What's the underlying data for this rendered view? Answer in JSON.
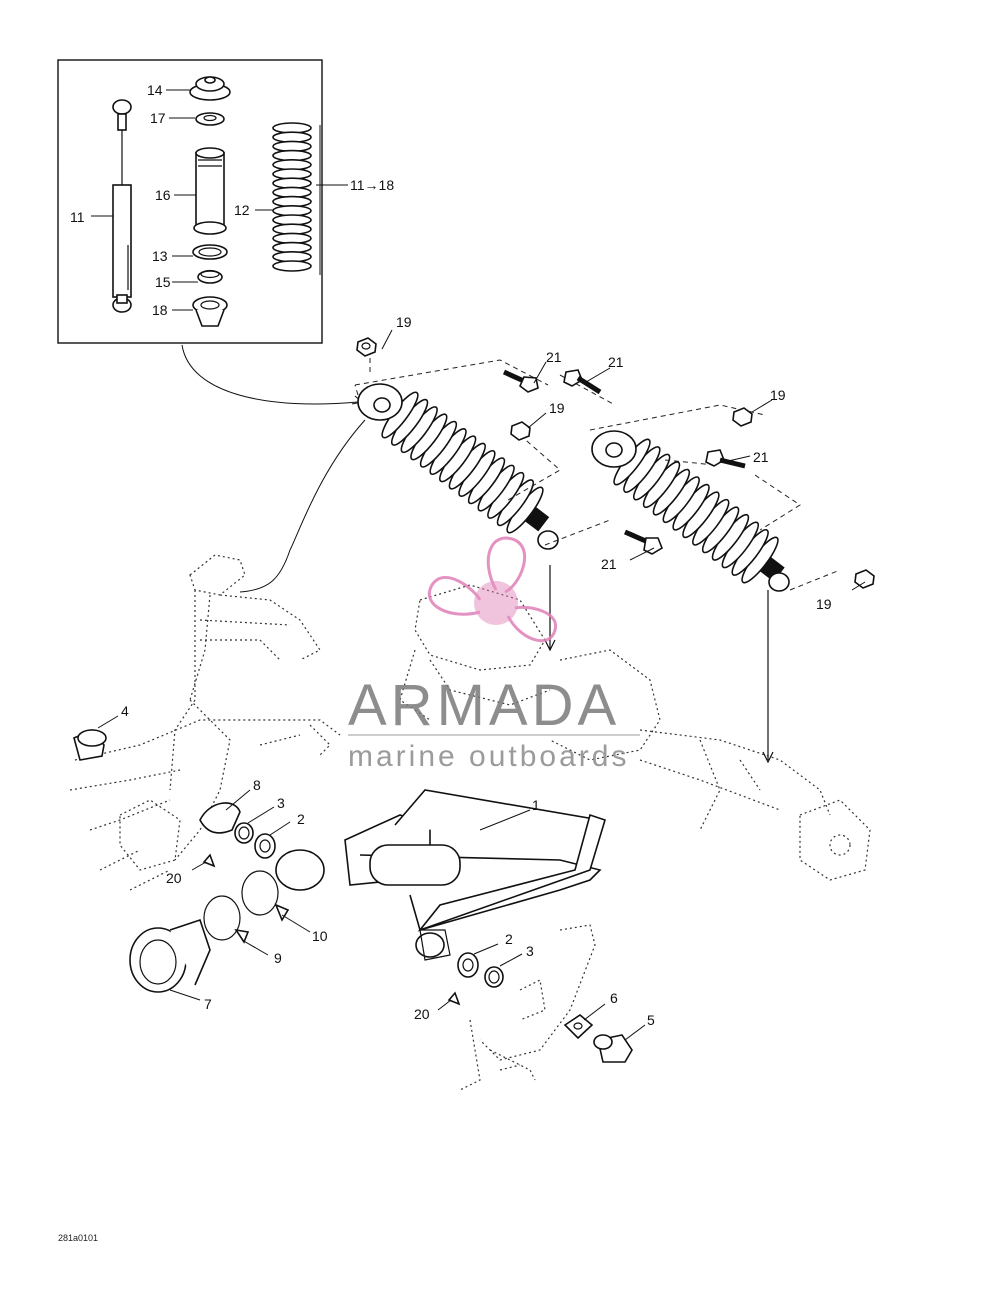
{
  "diagram": {
    "drawing_code": "281a0101",
    "callouts": [
      {
        "id": "c1",
        "text": "1"
      },
      {
        "id": "c2a",
        "text": "2"
      },
      {
        "id": "c2b",
        "text": "2"
      },
      {
        "id": "c3a",
        "text": "3"
      },
      {
        "id": "c3b",
        "text": "3"
      },
      {
        "id": "c4",
        "text": "4"
      },
      {
        "id": "c5",
        "text": "5"
      },
      {
        "id": "c6",
        "text": "6"
      },
      {
        "id": "c7",
        "text": "7"
      },
      {
        "id": "c8",
        "text": "8"
      },
      {
        "id": "c9",
        "text": "9"
      },
      {
        "id": "c10",
        "text": "10"
      },
      {
        "id": "c11",
        "text": "11"
      },
      {
        "id": "c11to18",
        "text": "11→18"
      },
      {
        "id": "c12",
        "text": "12"
      },
      {
        "id": "c13",
        "text": "13"
      },
      {
        "id": "c14",
        "text": "14"
      },
      {
        "id": "c15",
        "text": "15"
      },
      {
        "id": "c16",
        "text": "16"
      },
      {
        "id": "c17",
        "text": "17"
      },
      {
        "id": "c18",
        "text": "18"
      },
      {
        "id": "c19a",
        "text": "19"
      },
      {
        "id": "c19b",
        "text": "19"
      },
      {
        "id": "c19c",
        "text": "19"
      },
      {
        "id": "c19d",
        "text": "19"
      },
      {
        "id": "c20a",
        "text": "20"
      },
      {
        "id": "c20b",
        "text": "20"
      },
      {
        "id": "c21a",
        "text": "21"
      },
      {
        "id": "c21b",
        "text": "21"
      },
      {
        "id": "c21c",
        "text": "21"
      },
      {
        "id": "c21d",
        "text": "21"
      }
    ]
  },
  "watermark": {
    "brand": "ARMADA",
    "tagline": "marine outboards",
    "color": "#e07fb8"
  }
}
